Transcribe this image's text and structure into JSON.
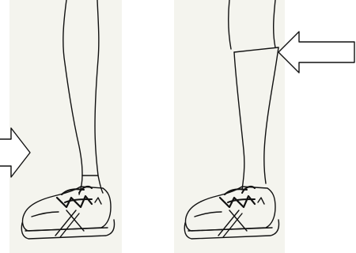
{
  "colors": {
    "panel_background": "#f4f4ee",
    "line": "#111111",
    "page_background": "#ffffff"
  },
  "panels": [
    {
      "name": "leg-with-short-sock",
      "sock": "ankle"
    },
    {
      "name": "leg-with-long-sock",
      "sock": "mid-calf"
    }
  ],
  "arrows": [
    {
      "name": "arrow-left",
      "direction": "right"
    },
    {
      "name": "arrow-right",
      "direction": "left"
    }
  ]
}
